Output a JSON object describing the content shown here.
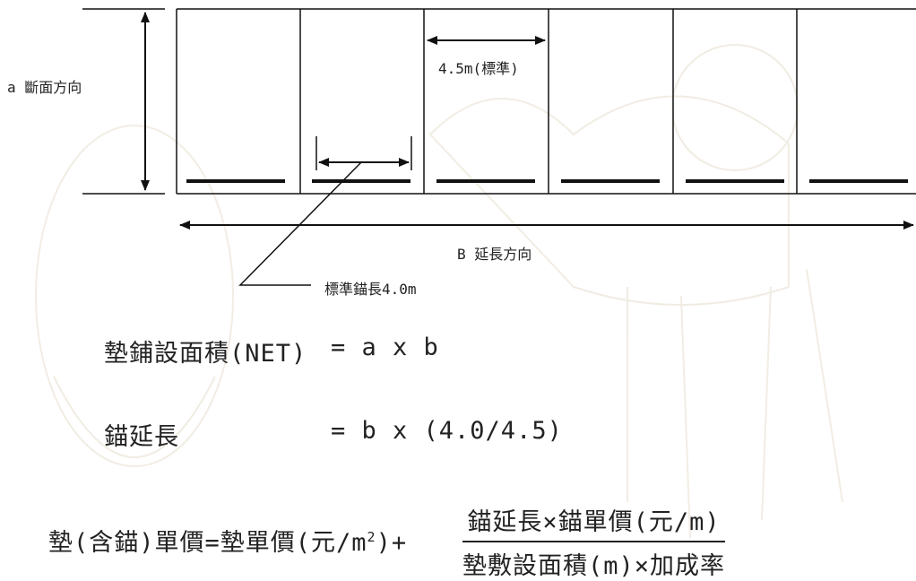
{
  "diagram": {
    "label_a": "a 斷面方向",
    "label_b": "B 延長方向",
    "label_spacing": "4.5m(標準)",
    "label_anchor": "標準錨長4.0m"
  },
  "formulas": {
    "line1_left": "墊鋪設面積(NET)",
    "line1_right": "= a x b",
    "line2_left": "錨延長",
    "line2_right": "= b x (4.0/4.5)",
    "line3_left": "墊(含錨)單價=墊單價(元/m",
    "line3_sup": "2",
    "line3_after": ")+",
    "line3_num": "錨延長×錨單價(元/m)",
    "line3_den": "墊敷設面積(m)×加成率"
  }
}
